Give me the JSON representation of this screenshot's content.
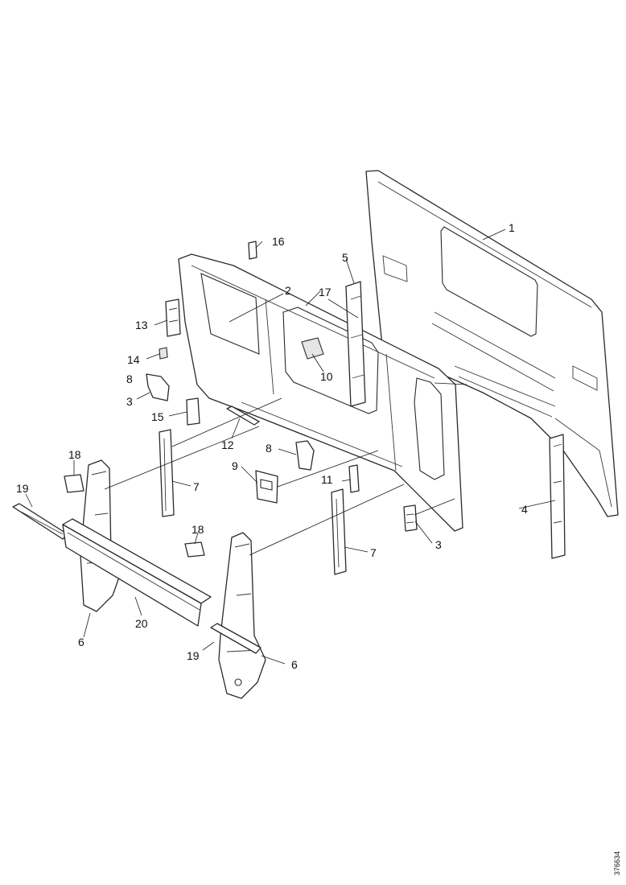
{
  "callouts": [
    "1",
    "2",
    "3",
    "3",
    "4",
    "5",
    "6",
    "6",
    "7",
    "7",
    "8",
    "8",
    "9",
    "10",
    "11",
    "12",
    "13",
    "14",
    "15",
    "16",
    "17",
    "18",
    "18",
    "19",
    "19",
    "20"
  ],
  "doc_id": "376634"
}
